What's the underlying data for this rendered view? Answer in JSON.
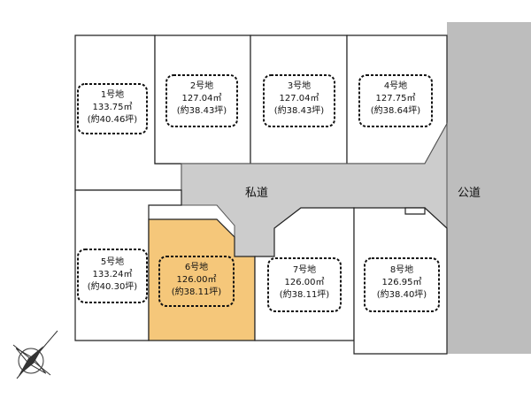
{
  "lots": [
    {
      "id": "1",
      "name": "1号地",
      "area": "133.75㎡",
      "tsubo": "(約40.46坪)",
      "highlight": false
    },
    {
      "id": "2",
      "name": "2号地",
      "area": "127.04㎡",
      "tsubo": "(約38.43坪)",
      "highlight": false
    },
    {
      "id": "3",
      "name": "3号地",
      "area": "127.04㎡",
      "tsubo": "(約38.43坪)",
      "highlight": false
    },
    {
      "id": "4",
      "name": "4号地",
      "area": "127.75㎡",
      "tsubo": "(約38.64坪)",
      "highlight": false
    },
    {
      "id": "5",
      "name": "5号地",
      "area": "133.24㎡",
      "tsubo": "(約40.30坪)",
      "highlight": false
    },
    {
      "id": "6",
      "name": "6号地",
      "area": "126.00㎡",
      "tsubo": "(約38.11坪)",
      "highlight": true
    },
    {
      "id": "7",
      "name": "7号地",
      "area": "126.00㎡",
      "tsubo": "(約38.11坪)",
      "highlight": false
    },
    {
      "id": "8",
      "name": "8号地",
      "area": "126.95㎡",
      "tsubo": "(約38.40坪)",
      "highlight": false
    }
  ],
  "roads": {
    "private": "私道",
    "public": "公道"
  },
  "colors": {
    "highlight": "#f5c77a",
    "road": "#cccccc",
    "public_road": "#bdbdbd"
  },
  "compass_icon": "compass-rose-icon"
}
